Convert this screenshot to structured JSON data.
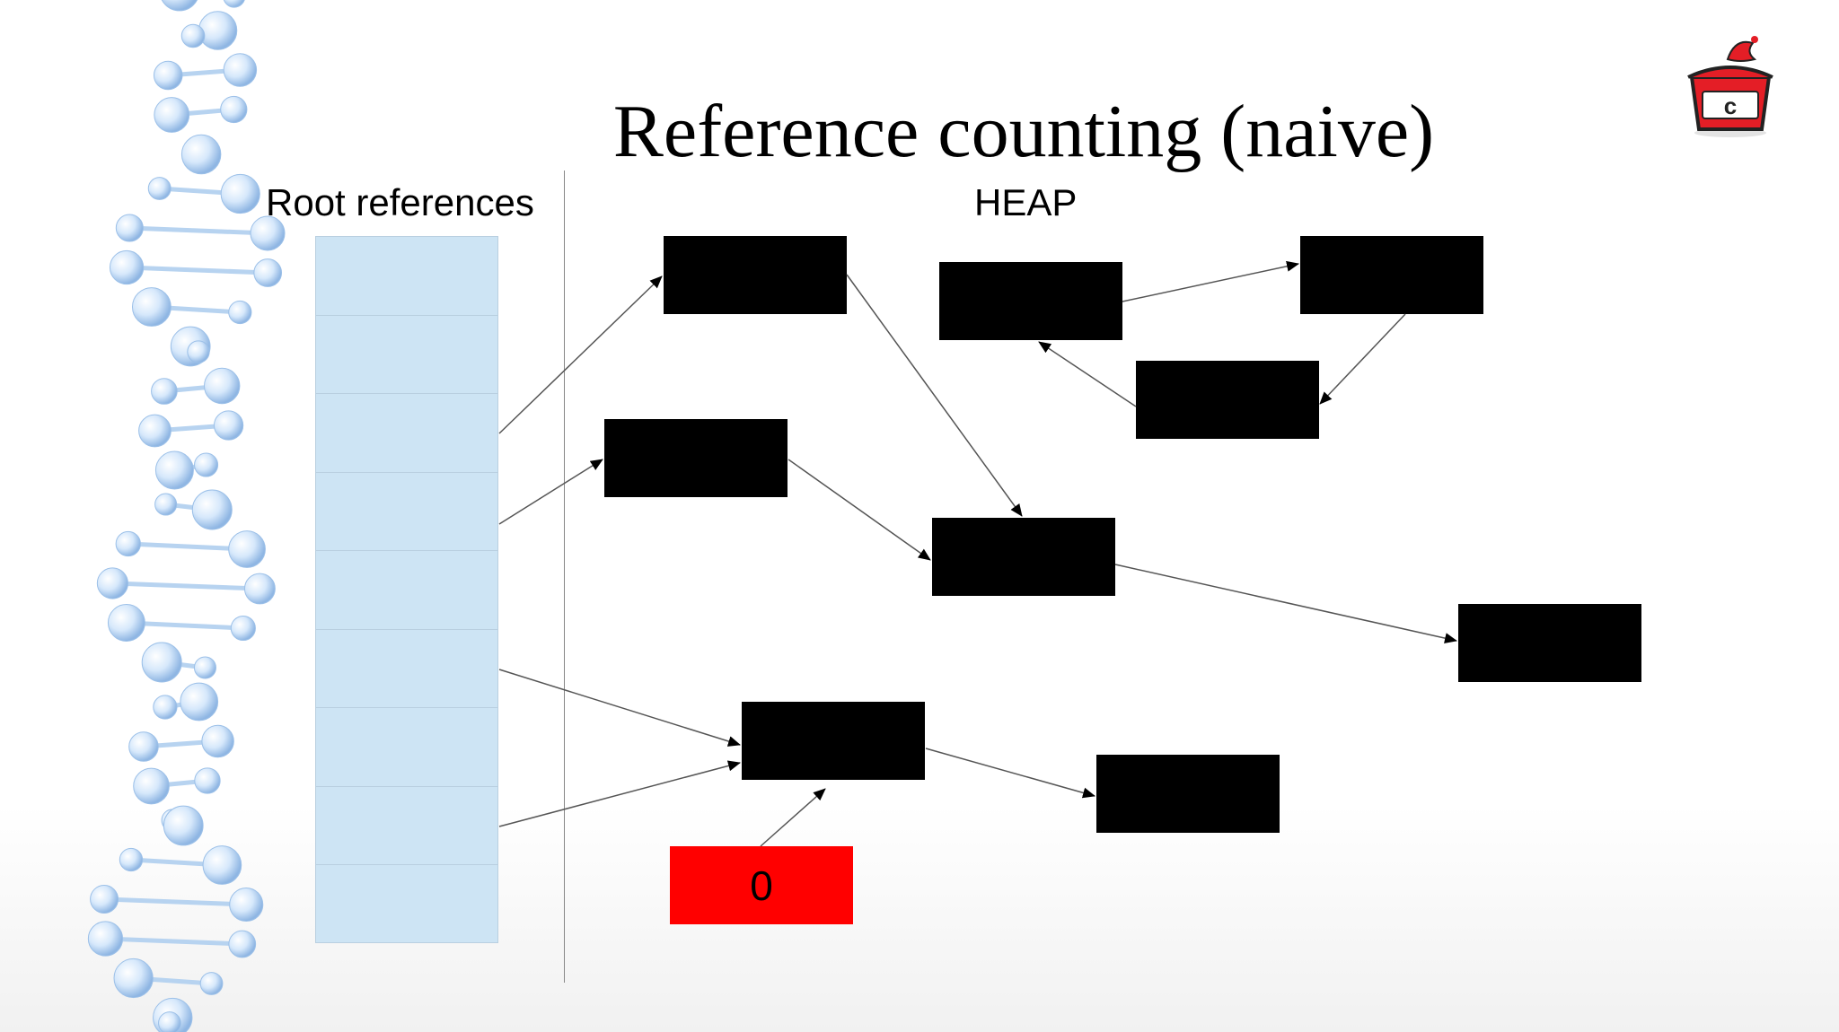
{
  "slide": {
    "title": "Reference counting (naive)",
    "roots_label": "Root references",
    "heap_label": "HEAP"
  },
  "roots": {
    "count": 9
  },
  "heap_objects": [
    {
      "id": "obj-a",
      "label": "",
      "color": "#000000"
    },
    {
      "id": "obj-b",
      "label": "",
      "color": "#000000"
    },
    {
      "id": "obj-c",
      "label": "",
      "color": "#000000"
    },
    {
      "id": "obj-d",
      "label": "",
      "color": "#000000"
    },
    {
      "id": "obj-e",
      "label": "",
      "color": "#000000"
    },
    {
      "id": "obj-f",
      "label": "",
      "color": "#000000"
    },
    {
      "id": "obj-g",
      "label": "",
      "color": "#000000"
    },
    {
      "id": "obj-h",
      "label": "",
      "color": "#000000"
    },
    {
      "id": "obj-i",
      "label": "",
      "color": "#000000"
    },
    {
      "id": "obj-zero",
      "label": "0",
      "color": "#ff0000"
    }
  ],
  "colors": {
    "root_slot": "#cde4f4",
    "object": "#000000",
    "zero_object": "#ff0000",
    "edge": "#555555"
  }
}
